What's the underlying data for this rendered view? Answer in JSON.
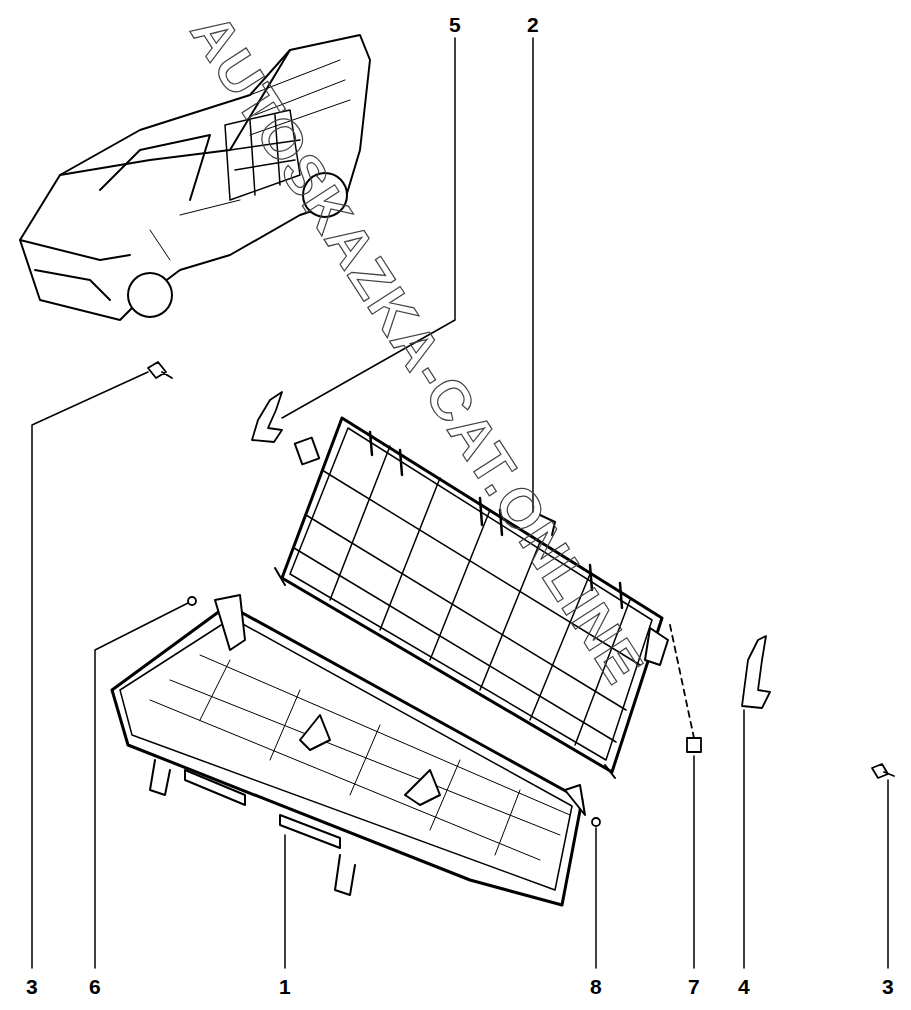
{
  "diagram": {
    "labels": [
      "5",
      "2",
      "3",
      "6",
      "1",
      "8",
      "7",
      "4",
      "3",
      "AUTOSKAZKA-CAT.ONLINE"
    ]
  }
}
